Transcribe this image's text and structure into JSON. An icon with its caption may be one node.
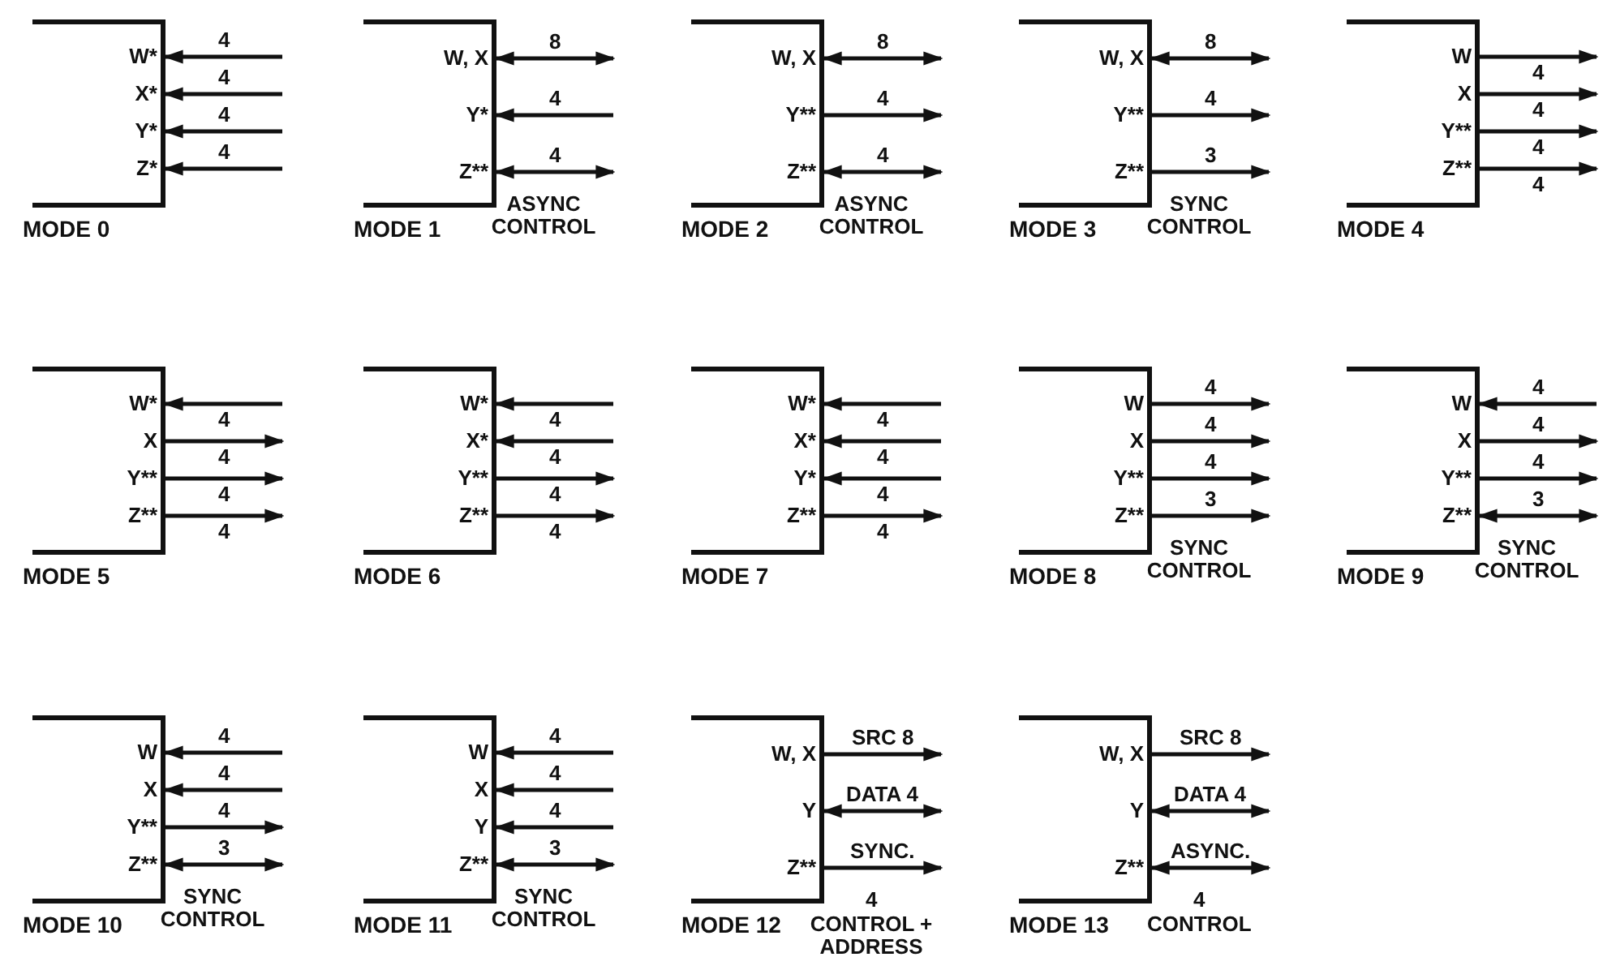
{
  "diagram": {
    "nodes": [
      {
        "text": [
          "MODE 0"
        ]
      },
      {
        "text": [
          "W*"
        ],
        "in": 0
      },
      {
        "text": [
          "X*"
        ],
        "in": 0
      },
      {
        "text": [
          "Y*"
        ],
        "in": 0
      },
      {
        "text": [
          "Z*"
        ],
        "in": 0
      },
      {
        "text": [
          "MODE 1"
        ]
      },
      {
        "text": [
          "W, X"
        ],
        "in": 5
      },
      {
        "text": [
          "Y*"
        ],
        "in": 5
      },
      {
        "text": [
          "Z**"
        ],
        "in": 5
      },
      {
        "text": [
          "MODE 2"
        ]
      },
      {
        "text": [
          "W, X"
        ],
        "in": 9
      },
      {
        "text": [
          "Y**"
        ],
        "in": 9
      },
      {
        "text": [
          "Z**"
        ],
        "in": 9
      },
      {
        "text": [
          "MODE 3"
        ]
      },
      {
        "text": [
          "W, X"
        ],
        "in": 13
      },
      {
        "text": [
          "Y**"
        ],
        "in": 13
      },
      {
        "text": [
          "Z**"
        ],
        "in": 13
      },
      {
        "text": [
          "MODE 4"
        ]
      },
      {
        "text": [
          "W"
        ],
        "in": 17
      },
      {
        "text": [
          "X"
        ],
        "in": 17
      },
      {
        "text": [
          "Y**"
        ],
        "in": 17
      },
      {
        "text": [
          "Z**"
        ],
        "in": 17
      },
      {
        "text": [
          "MODE 5"
        ]
      },
      {
        "text": [
          "W*"
        ],
        "in": 22
      },
      {
        "text": [
          "X"
        ],
        "in": 22
      },
      {
        "text": [
          "Y**"
        ],
        "in": 22
      },
      {
        "text": [
          "Z**"
        ],
        "in": 22
      },
      {
        "text": [
          "MODE 6"
        ]
      },
      {
        "text": [
          "W*"
        ],
        "in": 27
      },
      {
        "text": [
          "X*"
        ],
        "in": 27
      },
      {
        "text": [
          "Y**"
        ],
        "in": 27
      },
      {
        "text": [
          "Z**"
        ],
        "in": 27
      },
      {
        "text": [
          "MODE 7"
        ]
      },
      {
        "text": [
          "W*"
        ],
        "in": 32
      },
      {
        "text": [
          "X*"
        ],
        "in": 32
      },
      {
        "text": [
          "Y*"
        ],
        "in": 32
      },
      {
        "text": [
          "Z**"
        ],
        "in": 32
      },
      {
        "text": [
          "MODE 8"
        ]
      },
      {
        "text": [
          "W"
        ],
        "in": 37
      },
      {
        "text": [
          "X"
        ],
        "in": 37
      },
      {
        "text": [
          "Y**"
        ],
        "in": 37
      },
      {
        "text": [
          "Z**"
        ],
        "in": 37
      },
      {
        "text": [
          "MODE 9"
        ]
      },
      {
        "text": [
          "W"
        ],
        "in": 42
      },
      {
        "text": [
          "X"
        ],
        "in": 42
      },
      {
        "text": [
          "Y**"
        ],
        "in": 42
      },
      {
        "text": [
          "Z**"
        ],
        "in": 42
      },
      {
        "text": [
          "MODE 10"
        ]
      },
      {
        "text": [
          "W"
        ],
        "in": 47
      },
      {
        "text": [
          "X"
        ],
        "in": 47
      },
      {
        "text": [
          "Y**"
        ],
        "in": 47
      },
      {
        "text": [
          "Z**"
        ],
        "in": 47
      },
      {
        "text": [
          "MODE 11"
        ]
      },
      {
        "text": [
          "W"
        ],
        "in": 52
      },
      {
        "text": [
          "X"
        ],
        "in": 52
      },
      {
        "text": [
          "Y"
        ],
        "in": 52
      },
      {
        "text": [
          "Z**"
        ],
        "in": 52
      },
      {
        "text": [
          "MODE 12"
        ]
      },
      {
        "text": [
          "W, X"
        ],
        "in": 57
      },
      {
        "text": [
          "Y"
        ],
        "in": 57
      },
      {
        "text": [
          "Z**"
        ],
        "in": 57
      },
      {
        "text": [
          "MODE 13"
        ]
      },
      {
        "text": [
          "W, X"
        ],
        "in": 61
      },
      {
        "text": [
          "Y"
        ],
        "in": 61
      },
      {
        "text": [
          "Z**"
        ],
        "in": 61
      }
    ],
    "labels": [
      "ASYNC CONTROL",
      "ASYNC CONTROL",
      "SYNC CONTROL",
      "SYNC CONTROL",
      "SYNC CONTROL",
      "SYNC CONTROL",
      "SYNC CONTROL",
      "4",
      "CONTROL + ADDRESS",
      "4",
      "CONTROL"
    ],
    "edges": [
      {
        "from": null,
        "to": 1,
        "arrow": "to",
        "label": "4"
      },
      {
        "from": null,
        "to": 2,
        "arrow": "to",
        "label": "4"
      },
      {
        "from": null,
        "to": 3,
        "arrow": "to",
        "label": "4"
      },
      {
        "from": null,
        "to": 4,
        "arrow": "to",
        "label": "4"
      },
      {
        "from": 6,
        "to": null,
        "arrow": "both",
        "label": "8"
      },
      {
        "from": null,
        "to": 7,
        "arrow": "to",
        "label": "4"
      },
      {
        "from": 8,
        "to": null,
        "arrow": "both",
        "label": "4"
      },
      {
        "from": 10,
        "to": null,
        "arrow": "both",
        "label": "8"
      },
      {
        "from": 11,
        "to": null,
        "arrow": "to",
        "label": "4"
      },
      {
        "from": 12,
        "to": null,
        "arrow": "both",
        "label": "4"
      },
      {
        "from": 14,
        "to": null,
        "arrow": "both",
        "label": "8"
      },
      {
        "from": 15,
        "to": null,
        "arrow": "to",
        "label": "4"
      },
      {
        "from": 16,
        "to": null,
        "arrow": "to",
        "label": "3"
      },
      {
        "from": 18,
        "to": null,
        "arrow": "to",
        "label": "4"
      },
      {
        "from": 19,
        "to": null,
        "arrow": "to",
        "label": "4"
      },
      {
        "from": 20,
        "to": null,
        "arrow": "to",
        "label": "4"
      },
      {
        "from": 21,
        "to": null,
        "arrow": "to",
        "label": "4"
      },
      {
        "from": null,
        "to": 23,
        "arrow": "to",
        "label": "4"
      },
      {
        "from": 24,
        "to": null,
        "arrow": "to",
        "label": "4"
      },
      {
        "from": 25,
        "to": null,
        "arrow": "to",
        "label": "4"
      },
      {
        "from": 26,
        "to": null,
        "arrow": "to",
        "label": "4"
      },
      {
        "from": null,
        "to": 28,
        "arrow": "to",
        "label": "4"
      },
      {
        "from": null,
        "to": 29,
        "arrow": "to",
        "label": "4"
      },
      {
        "from": 30,
        "to": null,
        "arrow": "to",
        "label": "4"
      },
      {
        "from": 31,
        "to": null,
        "arrow": "to",
        "label": "4"
      },
      {
        "from": null,
        "to": 33,
        "arrow": "to",
        "label": "4"
      },
      {
        "from": null,
        "to": 34,
        "arrow": "to",
        "label": "4"
      },
      {
        "from": null,
        "to": 35,
        "arrow": "to",
        "label": "4"
      },
      {
        "from": 36,
        "to": null,
        "arrow": "to",
        "label": "4"
      },
      {
        "from": 38,
        "to": null,
        "arrow": "to",
        "label": "4"
      },
      {
        "from": 39,
        "to": null,
        "arrow": "to",
        "label": "4"
      },
      {
        "from": 40,
        "to": null,
        "arrow": "to",
        "label": "4"
      },
      {
        "from": 41,
        "to": null,
        "arrow": "to",
        "label": "3"
      },
      {
        "from": null,
        "to": 43,
        "arrow": "to",
        "label": "4"
      },
      {
        "from": 44,
        "to": null,
        "arrow": "to",
        "label": "4"
      },
      {
        "from": 45,
        "to": null,
        "arrow": "to",
        "label": "4"
      },
      {
        "from": 46,
        "to": null,
        "arrow": "both",
        "label": "3"
      },
      {
        "from": null,
        "to": 48,
        "arrow": "to",
        "label": "4"
      },
      {
        "from": null,
        "to": 49,
        "arrow": "to",
        "label": "4"
      },
      {
        "from": 50,
        "to": null,
        "arrow": "to",
        "label": "4"
      },
      {
        "from": 51,
        "to": null,
        "arrow": "both",
        "label": "3"
      },
      {
        "from": null,
        "to": 53,
        "arrow": "to",
        "label": "4"
      },
      {
        "from": null,
        "to": 54,
        "arrow": "to",
        "label": "4"
      },
      {
        "from": null,
        "to": 55,
        "arrow": "to",
        "label": "4"
      },
      {
        "from": 56,
        "to": null,
        "arrow": "both",
        "label": "3"
      },
      {
        "from": 58,
        "to": null,
        "arrow": "to",
        "label": "SRC 8"
      },
      {
        "from": 59,
        "to": null,
        "arrow": "both",
        "label": "DATA 4"
      },
      {
        "from": 60,
        "to": null,
        "arrow": "to",
        "label": "SYNC."
      },
      {
        "from": 62,
        "to": null,
        "arrow": "to",
        "label": "SRC 8"
      },
      {
        "from": 63,
        "to": null,
        "arrow": "both",
        "label": "DATA 4"
      },
      {
        "from": 64,
        "to": null,
        "arrow": "both",
        "label": "ASYNC."
      }
    ]
  }
}
